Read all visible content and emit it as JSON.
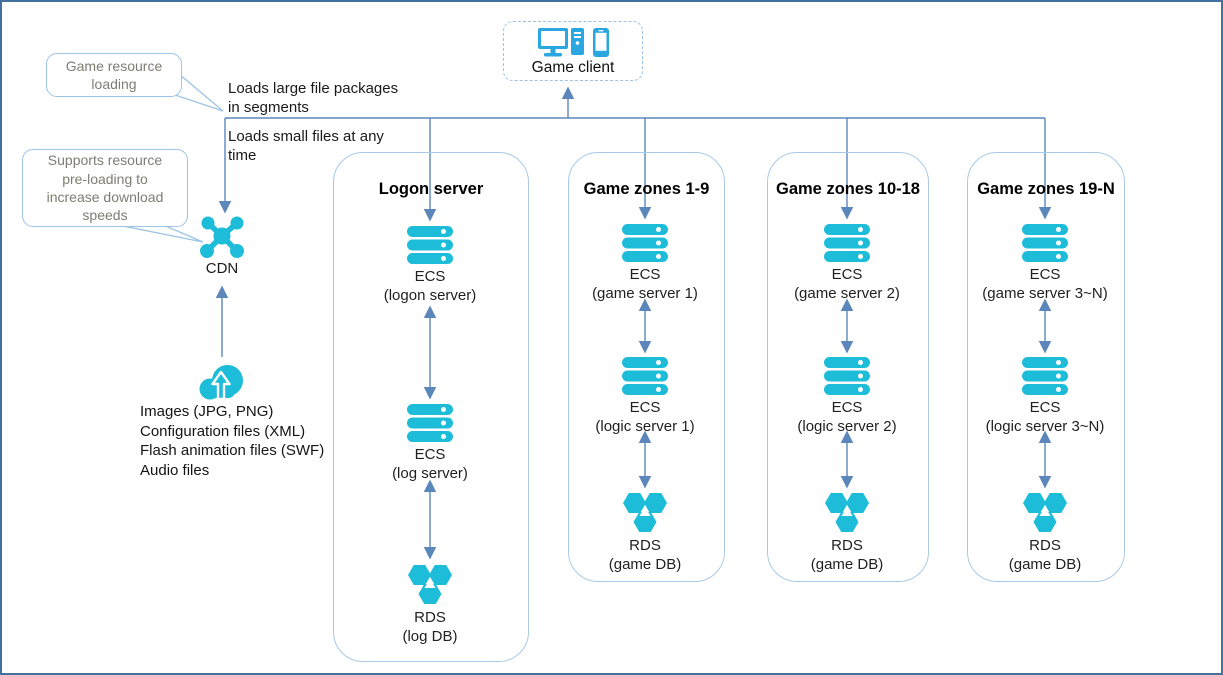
{
  "client": {
    "label": "Game client"
  },
  "callouts": {
    "resource_loading": "Game resource loading",
    "preloading": "Supports resource pre-loading to increase download speeds"
  },
  "notes": {
    "large_files": "Loads large file packages in segments",
    "small_files": "Loads small files at any time"
  },
  "cdn": {
    "label": "CDN"
  },
  "resources": {
    "items": [
      "Images (JPG, PNG)",
      "Configuration files (XML)",
      "Flash animation files (SWF)",
      "Audio files"
    ]
  },
  "columns": [
    {
      "title": "Logon server",
      "nodes": [
        {
          "name": "ECS",
          "sub": "(logon server)"
        },
        {
          "name": "ECS",
          "sub": "(log server)"
        },
        {
          "name": "RDS",
          "sub": "(log DB)"
        }
      ]
    },
    {
      "title": "Game zones 1-9",
      "nodes": [
        {
          "name": "ECS",
          "sub": "(game server 1)"
        },
        {
          "name": "ECS",
          "sub": "(logic server 1)"
        },
        {
          "name": "RDS",
          "sub": "(game DB)"
        }
      ]
    },
    {
      "title": "Game zones 10-18",
      "nodes": [
        {
          "name": "ECS",
          "sub": "(game server 2)"
        },
        {
          "name": "ECS",
          "sub": "(logic server 2)"
        },
        {
          "name": "RDS",
          "sub": "(game DB)"
        }
      ]
    },
    {
      "title": "Game zones 19-N",
      "nodes": [
        {
          "name": "ECS",
          "sub": "(game server 3~N)"
        },
        {
          "name": "ECS",
          "sub": "(logic server 3~N)"
        },
        {
          "name": "RDS",
          "sub": "(game DB)"
        }
      ]
    }
  ],
  "colors": {
    "icon_cyan": "#1dbdd9",
    "client_blue": "#2aa7e0",
    "connector": "#5b87bb",
    "zone_border": "#aac9e9",
    "callout_border": "#9dc3e6",
    "callout_text": "#7d7d72",
    "frame": "#41719c"
  }
}
